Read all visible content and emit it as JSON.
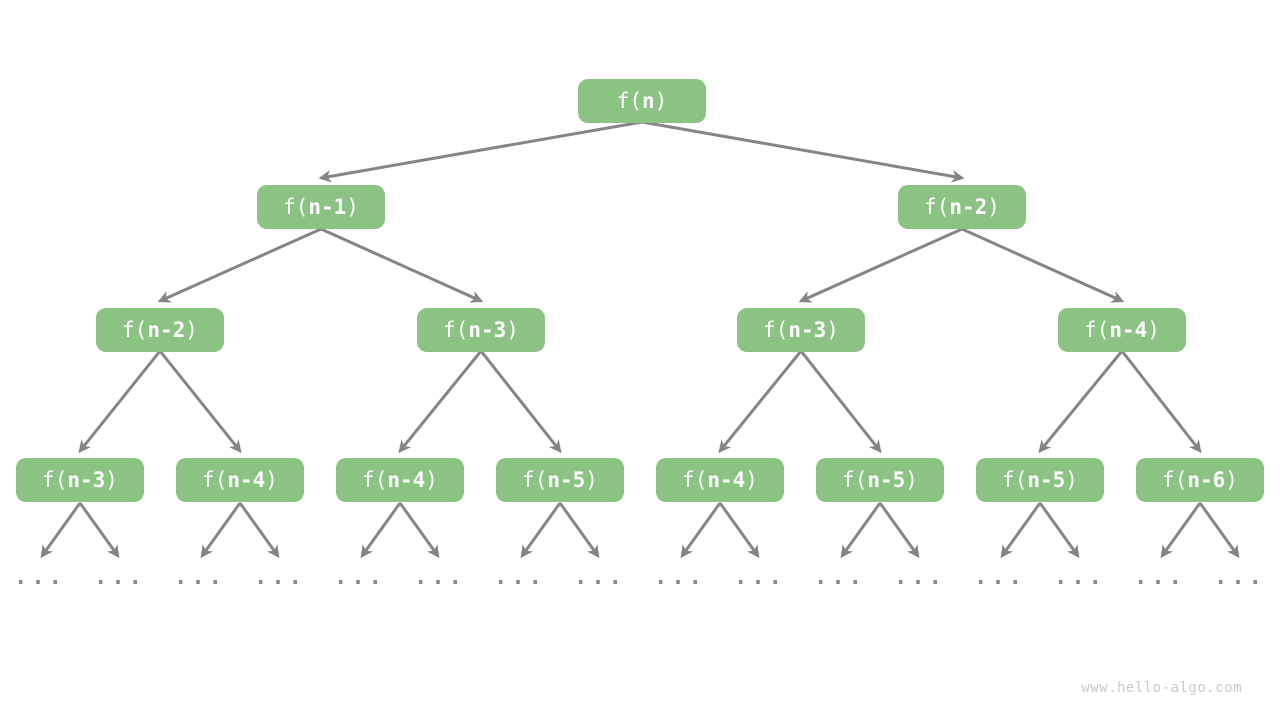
{
  "diagram": {
    "type": "recursion-tree",
    "description": "Binary recursion call tree of f(n) expanding into f(n-1) and f(n-2) subcalls"
  },
  "colors": {
    "node_fill": "#8bc383",
    "node_text": "#ffffff",
    "edge": "#858585",
    "ellipsis": "#8a8a8a",
    "watermark": "#c9c9c9",
    "background": "#ffffff"
  },
  "tree": {
    "levels": [
      {
        "name": "level-1",
        "nodes": [
          {
            "pre": "f(",
            "arg": "n",
            "post": ")"
          }
        ]
      },
      {
        "name": "level-2",
        "nodes": [
          {
            "pre": "f(",
            "arg": "n-1",
            "post": ")"
          },
          {
            "pre": "f(",
            "arg": "n-2",
            "post": ")"
          }
        ]
      },
      {
        "name": "level-3",
        "nodes": [
          {
            "pre": "f(",
            "arg": "n-2",
            "post": ")"
          },
          {
            "pre": "f(",
            "arg": "n-3",
            "post": ")"
          },
          {
            "pre": "f(",
            "arg": "n-3",
            "post": ")"
          },
          {
            "pre": "f(",
            "arg": "n-4",
            "post": ")"
          }
        ]
      },
      {
        "name": "level-4",
        "nodes": [
          {
            "pre": "f(",
            "arg": "n-3",
            "post": ")"
          },
          {
            "pre": "f(",
            "arg": "n-4",
            "post": ")"
          },
          {
            "pre": "f(",
            "arg": "n-4",
            "post": ")"
          },
          {
            "pre": "f(",
            "arg": "n-5",
            "post": ")"
          },
          {
            "pre": "f(",
            "arg": "n-4",
            "post": ")"
          },
          {
            "pre": "f(",
            "arg": "n-5",
            "post": ")"
          },
          {
            "pre": "f(",
            "arg": "n-5",
            "post": ")"
          },
          {
            "pre": "f(",
            "arg": "n-6",
            "post": ")"
          }
        ]
      },
      {
        "name": "level-5-ellipsis",
        "nodes": [
          {
            "label": "..."
          },
          {
            "label": "..."
          },
          {
            "label": "..."
          },
          {
            "label": "..."
          },
          {
            "label": "..."
          },
          {
            "label": "..."
          },
          {
            "label": "..."
          },
          {
            "label": "..."
          },
          {
            "label": "..."
          },
          {
            "label": "..."
          },
          {
            "label": "..."
          },
          {
            "label": "..."
          },
          {
            "label": "..."
          },
          {
            "label": "..."
          },
          {
            "label": "..."
          },
          {
            "label": "..."
          }
        ]
      }
    ]
  },
  "watermark": "www.hello-algo.com"
}
